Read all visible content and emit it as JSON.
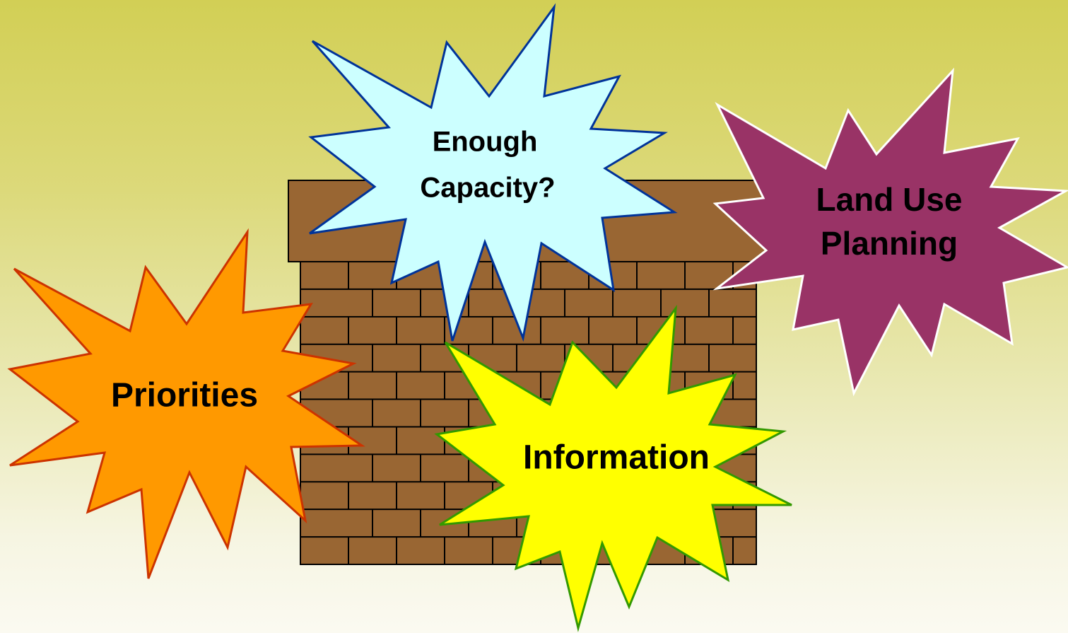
{
  "diagram": {
    "background": {
      "top_color": "#d2cf55",
      "bottom_color": "#fbfaf1"
    },
    "wall": {
      "fill": "#996633",
      "stroke": "#000000"
    },
    "bursts": [
      {
        "id": "enough-capacity",
        "lines": [
          "Enough",
          "Capacity?"
        ],
        "fill": "#ccffff",
        "stroke": "#003399"
      },
      {
        "id": "land-use-planning",
        "lines": [
          "Land Use",
          "Planning"
        ],
        "fill": "#993366",
        "stroke": "#ffffff"
      },
      {
        "id": "priorities",
        "lines": [
          "Priorities"
        ],
        "fill": "#ff9900",
        "stroke": "#cc3300"
      },
      {
        "id": "information",
        "lines": [
          "Information"
        ],
        "fill": "#ffff00",
        "stroke": "#339900"
      }
    ]
  }
}
